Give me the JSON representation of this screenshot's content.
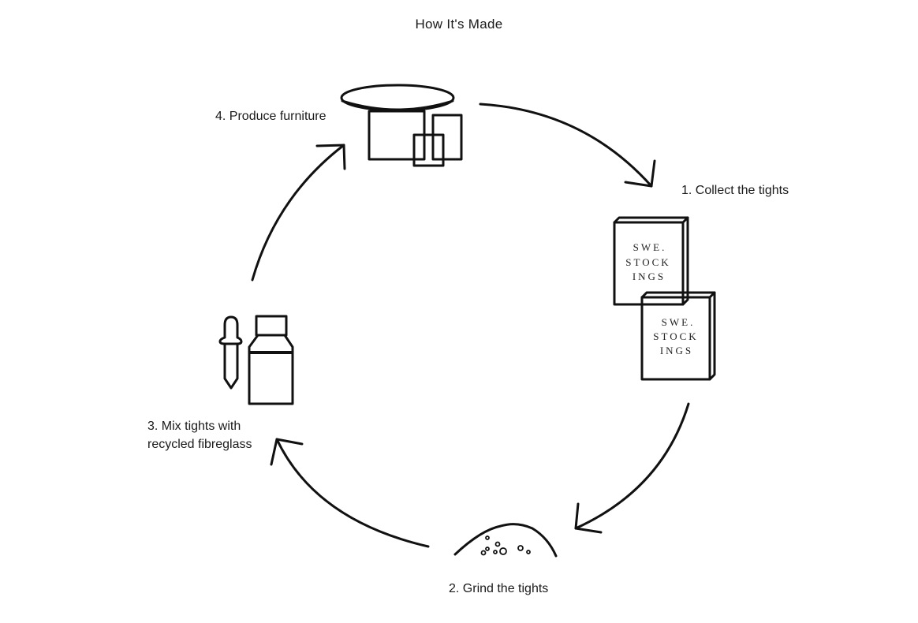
{
  "title": "How It's Made",
  "steps": [
    {
      "label": "1. Collect the tights",
      "icon": "stocking-boxes-icon"
    },
    {
      "label": "2. Grind the tights",
      "icon": "ground-pile-icon"
    },
    {
      "label": "3. Mix tights with",
      "label_line2": "recycled fibreglass",
      "icon": "dropper-bottle-icon"
    },
    {
      "label": "4. Produce furniture",
      "icon": "table-stools-icon"
    }
  ],
  "box_text": [
    "SWE.",
    "STOCK",
    "INGS"
  ],
  "colors": {
    "ink": "#111111",
    "background": "#ffffff"
  }
}
